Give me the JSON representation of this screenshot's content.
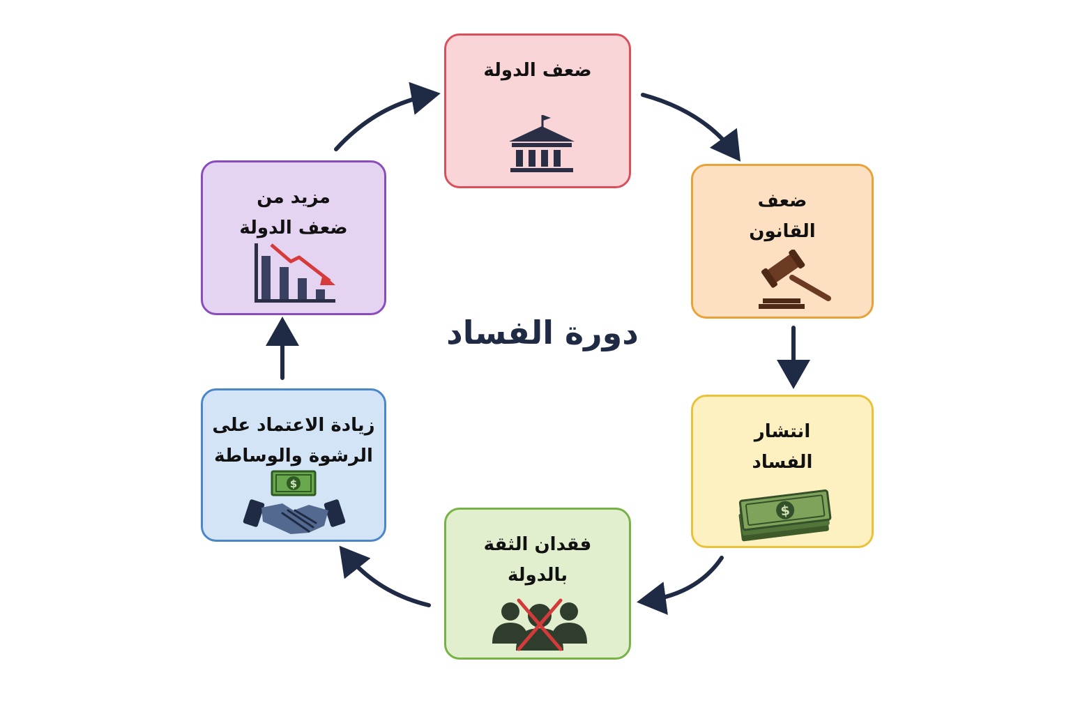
{
  "title": "دورة الفساد",
  "colors": {
    "arrow": "#1f2a44",
    "state_weakness": {
      "fill": "#f9d5d8",
      "border": "#d9505c"
    },
    "law_weakness": {
      "fill": "#fde0c2",
      "border": "#e9a23a"
    },
    "corruption": {
      "fill": "#fdf1c2",
      "border": "#eac23a"
    },
    "trust_loss": {
      "fill": "#e2efcf",
      "border": "#76b245"
    },
    "bribery": {
      "fill": "#d4e4f7",
      "border": "#4a86c8"
    },
    "more_weakness": {
      "fill": "#e4d3f1",
      "border": "#8a4bbb"
    }
  },
  "steps": [
    {
      "lines": [
        "ضعف الدولة"
      ],
      "icon": "government-building-icon"
    },
    {
      "lines": [
        "ضعف",
        "القانون"
      ],
      "icon": "gavel-icon"
    },
    {
      "lines": [
        "انتشار",
        "الفساد"
      ],
      "icon": "money-stack-icon"
    },
    {
      "lines": [
        "فقدان الثقة",
        "بالدولة"
      ],
      "icon": "people-crossed-icon"
    },
    {
      "lines": [
        "زيادة الاعتماد على",
        "الرشوة والوساطة"
      ],
      "icon": "handshake-money-icon"
    },
    {
      "lines": [
        "مزيد من",
        "ضعف الدولة"
      ],
      "icon": "declining-chart-icon"
    }
  ]
}
